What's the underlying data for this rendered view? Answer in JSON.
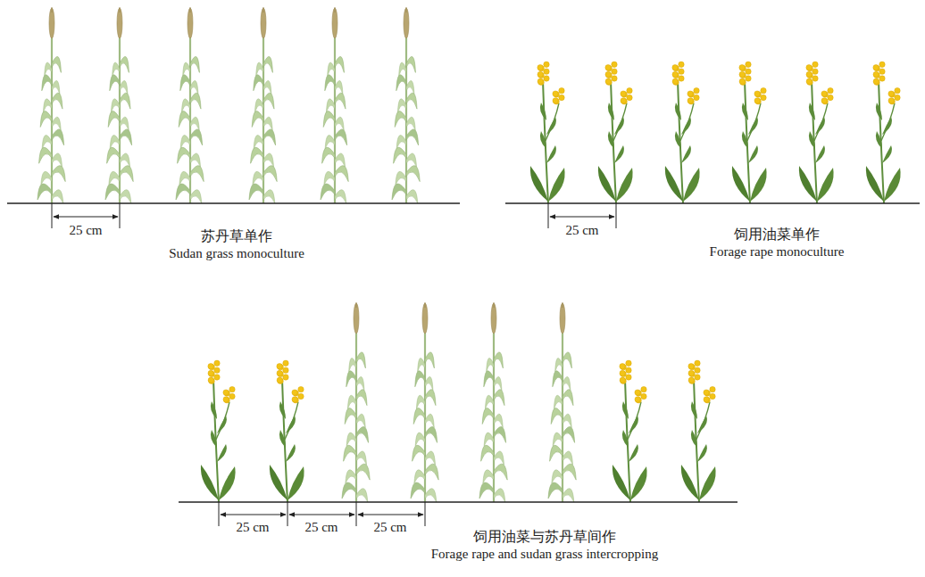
{
  "diagram": {
    "labels": [
      "25 cm",
      "苏丹草单作",
      "Sudan grass monoculture",
      "25 cm",
      "饲用油菜单作",
      "Forage rape monoculture",
      "25 cm",
      "25 cm",
      "25 cm",
      "饲用油菜与苏丹草间作",
      "Forage rape and sudan grass intercropping"
    ]
  }
}
